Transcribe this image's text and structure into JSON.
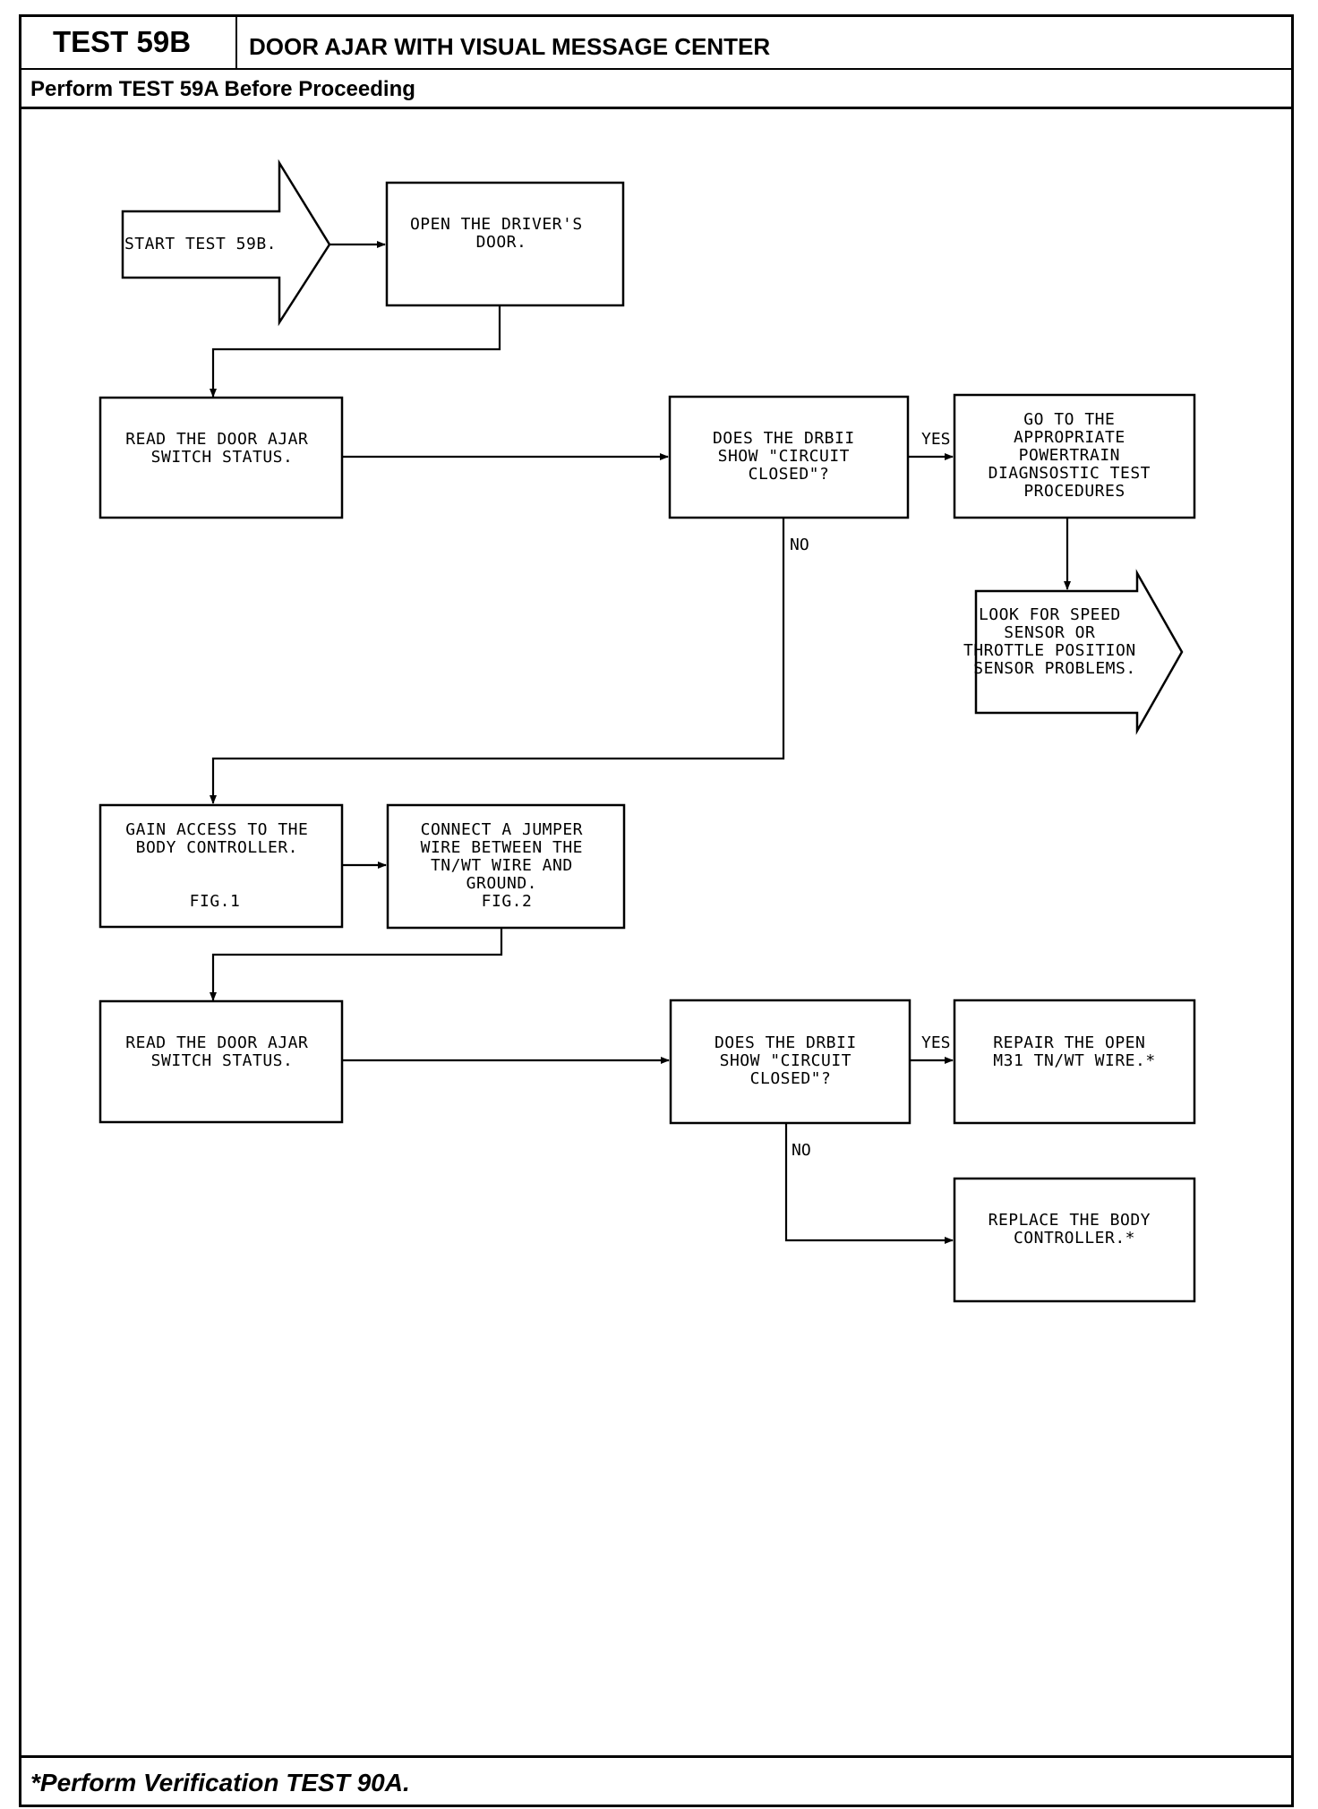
{
  "header": {
    "test_id": "TEST 59B",
    "title": "DOOR AJAR WITH VISUAL MESSAGE CENTER",
    "prerequisite": "Perform TEST 59A Before Proceeding"
  },
  "footer": {
    "note": "*Perform Verification TEST 90A."
  },
  "nodes": {
    "start": [
      "START TEST 59B."
    ],
    "open_door": [
      "OPEN THE DRIVER'S",
      "DOOR."
    ],
    "read_status_1": [
      "READ THE DOOR AJAR",
      "SWITCH STATUS."
    ],
    "decision_1": [
      "DOES THE DRBII",
      "SHOW \"CIRCUIT",
      "CLOSED\"?"
    ],
    "powertrain": [
      "GO TO THE",
      "APPROPRIATE",
      "POWERTRAIN",
      "DIAGNSOSTIC TEST",
      "PROCEDURES"
    ],
    "look_for": [
      "LOOK FOR SPEED",
      "SENSOR OR",
      "THROTTLE POSITION",
      "SENSOR PROBLEMS."
    ],
    "gain_access": [
      "GAIN ACCESS TO THE",
      "BODY CONTROLLER.",
      "",
      "",
      "FIG.1"
    ],
    "jumper": [
      "CONNECT A JUMPER",
      "WIRE BETWEEN THE",
      "TN/WT WIRE AND",
      "GROUND.",
      "FIG.2"
    ],
    "read_status_2": [
      "READ THE DOOR AJAR",
      "SWITCH STATUS."
    ],
    "decision_2": [
      "DOES THE DRBII",
      "SHOW \"CIRCUIT",
      "CLOSED\"?"
    ],
    "repair": [
      "REPAIR THE OPEN",
      "M31 TN/WT WIRE.*"
    ],
    "replace": [
      "REPLACE THE BODY",
      "CONTROLLER.*"
    ]
  },
  "labels": {
    "yes_1": "YES",
    "no_1": "NO",
    "yes_2": "YES",
    "no_2": "NO"
  }
}
